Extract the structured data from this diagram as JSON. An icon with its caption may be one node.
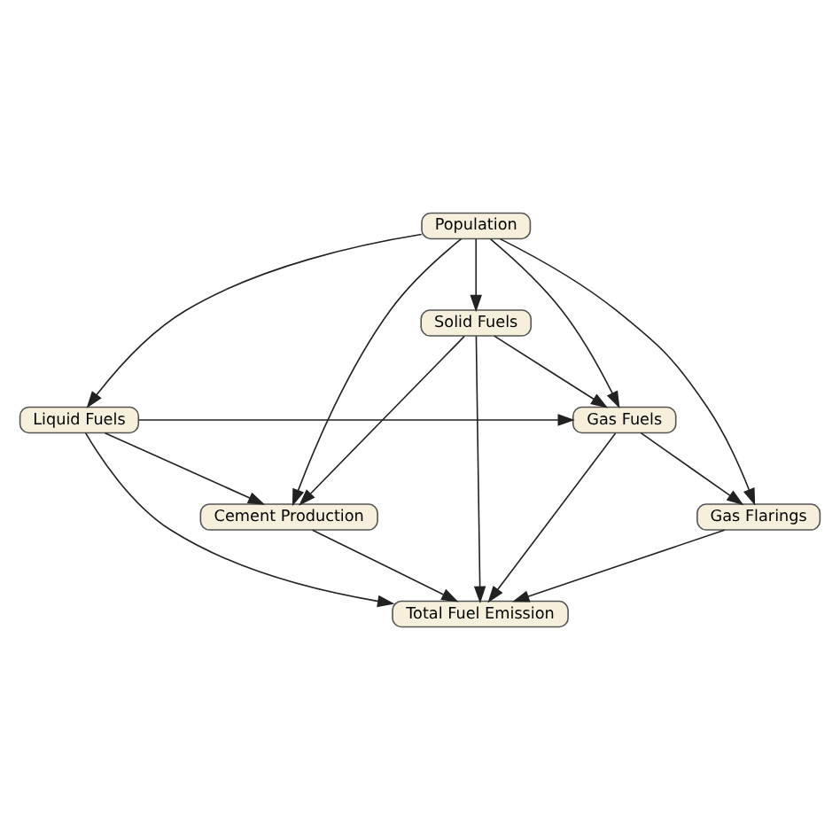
{
  "diagram": {
    "nodes": [
      {
        "text": [
          "Population"
        ]
      },
      {
        "text": [
          "Liquid Fuels"
        ]
      },
      {
        "text": [
          "Gas Fuels"
        ]
      },
      {
        "text": [
          "Solid Fuels"
        ]
      },
      {
        "text": [
          "Cement Production"
        ]
      },
      {
        "text": [
          "Gas Flarings"
        ]
      },
      {
        "text": [
          "Total Fuel Emission"
        ]
      }
    ],
    "edges": [
      {
        "from": 0,
        "to": 1,
        "arrow": "to"
      },
      {
        "from": 0,
        "to": 4,
        "arrow": "to"
      },
      {
        "from": 0,
        "to": 3,
        "arrow": "to"
      },
      {
        "from": 0,
        "to": 5,
        "arrow": "to"
      },
      {
        "from": 0,
        "to": 2,
        "arrow": "to"
      },
      {
        "from": 1,
        "to": 2,
        "arrow": "to"
      },
      {
        "from": 1,
        "to": 4,
        "arrow": "to"
      },
      {
        "from": 1,
        "to": 6,
        "arrow": "to"
      },
      {
        "from": 3,
        "to": 2,
        "arrow": "to"
      },
      {
        "from": 3,
        "to": 4,
        "arrow": "to"
      },
      {
        "from": 3,
        "to": 6,
        "arrow": "to"
      },
      {
        "from": 2,
        "to": 6,
        "arrow": "to"
      },
      {
        "from": 2,
        "to": 5,
        "arrow": "to"
      },
      {
        "from": 4,
        "to": 6,
        "arrow": "to"
      },
      {
        "from": 5,
        "to": 6,
        "arrow": "to"
      }
    ]
  }
}
